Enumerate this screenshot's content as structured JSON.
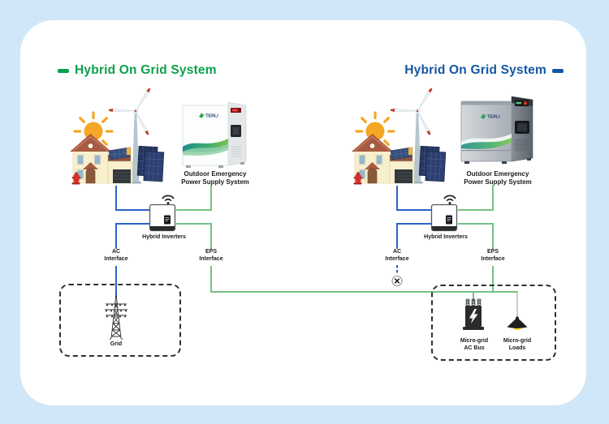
{
  "page": {
    "background_color": "#cfe7f8",
    "card_color": "#ffffff"
  },
  "colors": {
    "line_blue": "#2b64c6",
    "line_green": "#74c287",
    "title_green": "#0aa04a",
    "title_blue": "#1257a5",
    "label_text": "#1a1a1a"
  },
  "left_system": {
    "title": "Hybrid On Grid System",
    "battery": {
      "brand": "TERLI",
      "label_line1": "Outdoor Emergency",
      "label_line2": "Power Supply System"
    },
    "inverter_label": "Hybrid Inverters",
    "ac_interface": {
      "line1": "AC",
      "line2": "Interface"
    },
    "eps_interface": {
      "line1": "EPS",
      "line2": "Interface"
    },
    "grid_box": {
      "label": "Grid"
    }
  },
  "right_system": {
    "title": "Hybrid On Grid System",
    "battery": {
      "brand": "TERLI",
      "label_line1": "Outdoor Emergency",
      "label_line2": "Power Supply System"
    },
    "inverter_label": "Hybrid Inverters",
    "ac_interface": {
      "line1": "AC",
      "line2": "Interface"
    },
    "eps_interface": {
      "line1": "EPS",
      "line2": "Interface"
    },
    "microgrid_bus": {
      "line1": "Micro-grid",
      "line2": "AC Bus"
    },
    "microgrid_loads": {
      "line1": "Micro-grid",
      "line2": "Loads"
    }
  }
}
